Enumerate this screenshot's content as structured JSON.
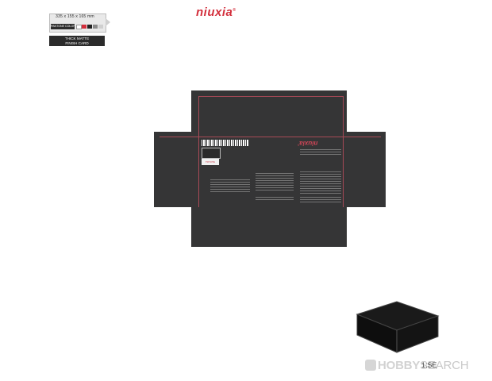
{
  "brand": {
    "name": "niuxia",
    "mark": "®"
  },
  "spec_tag": {
    "size": "335 x 155 x 165 mm",
    "colors_label": "PANTONE COLORS",
    "finish_line1": "THICK MATTE",
    "finish_line2": "FINISH CARD"
  },
  "box_net": {
    "inner_brand": "niuxia",
    "inner_brand_mark": "®",
    "code_label": "TOYOTA"
  },
  "watermark": {
    "hobby": "HOBBY",
    "search": "SEARCH",
    "overlay": "1:SE"
  },
  "colors": {
    "brand_red": "#d32f3c",
    "box_dark": "#353536",
    "guide_red": "#a84a57"
  }
}
